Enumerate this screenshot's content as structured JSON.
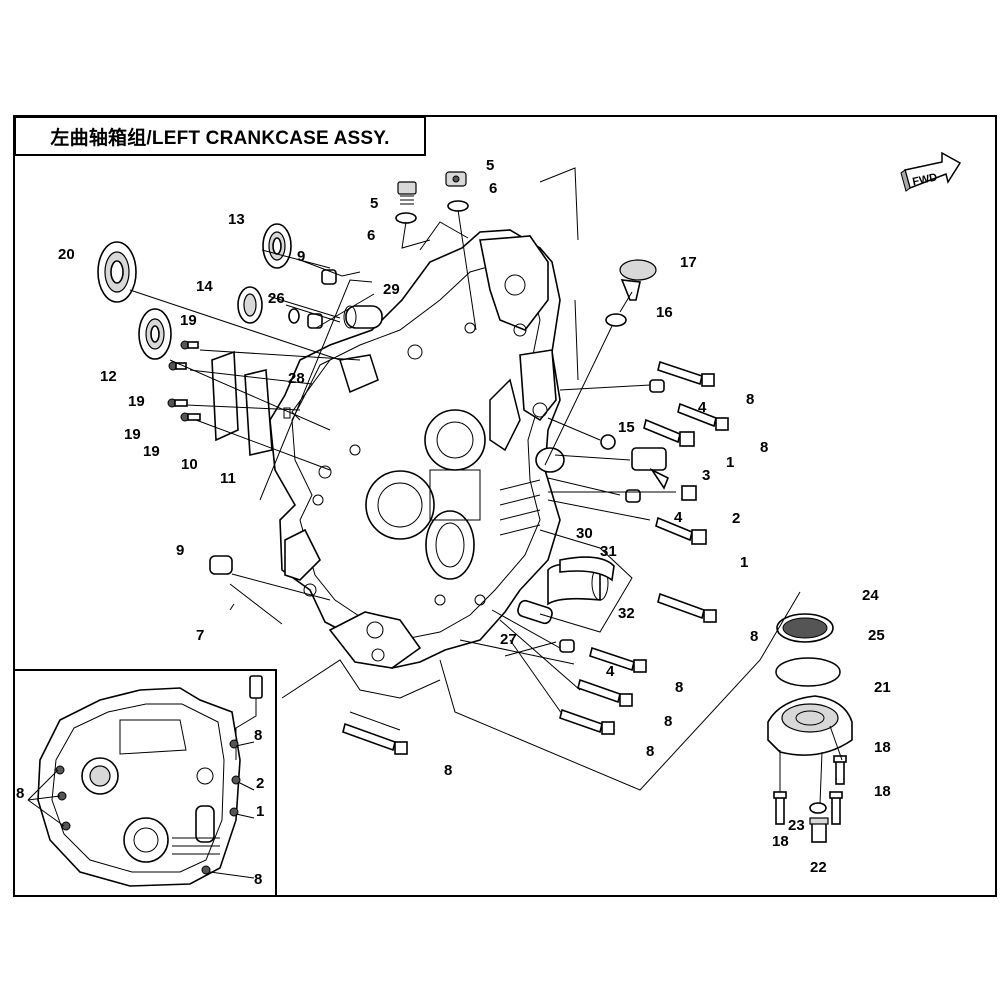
{
  "title": "左曲轴箱组/LEFT CRANKCASE ASSY.",
  "fwd_label": "FWD",
  "callouts": {
    "c5a": "5",
    "c5b": "5",
    "c6a": "6",
    "c6b": "6",
    "c13": "13",
    "c20": "20",
    "c9a": "9",
    "c29": "29",
    "c14": "14",
    "c26": "26",
    "c17": "17",
    "c16": "16",
    "c19a": "19",
    "c19b": "19",
    "c19c": "19",
    "c19d": "19",
    "c12": "12",
    "c28": "28",
    "c10": "10",
    "c11": "11",
    "c8a": "8",
    "c4a": "4",
    "c8b": "8",
    "c15": "15",
    "c3": "3",
    "c1a": "1",
    "c2a": "2",
    "c4b": "4",
    "c1b": "1",
    "c30": "30",
    "c31": "31",
    "c32": "32",
    "c27": "27",
    "c9b": "9",
    "c7": "7",
    "c8c": "8",
    "c4c": "4",
    "c8d": "8",
    "c8e": "8",
    "c8f": "8",
    "c8g": "8",
    "c24": "24",
    "c25": "25",
    "c21": "21",
    "c18a": "18",
    "c18b": "18",
    "c18c": "18",
    "c23": "23",
    "c22": "22",
    "i8a": "8",
    "i2": "2",
    "i1": "1",
    "i8b": "8",
    "i8c": "8"
  }
}
